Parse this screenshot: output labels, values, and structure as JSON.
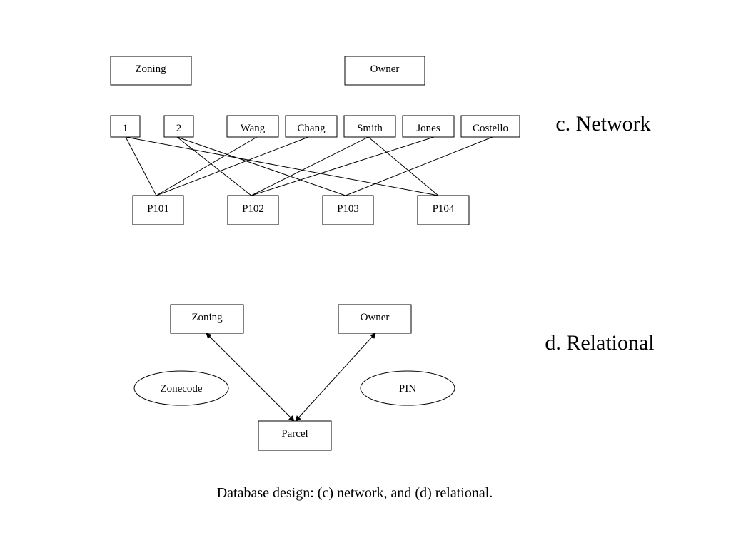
{
  "network": {
    "title": "c. Network",
    "header_boxes": {
      "zoning": "Zoning",
      "owner": "Owner"
    },
    "zone_nodes": [
      "1",
      "2"
    ],
    "owner_nodes": [
      "Wang",
      "Chang",
      "Smith",
      "Jones",
      "Costello"
    ],
    "parcel_nodes": [
      "P101",
      "P102",
      "P103",
      "P104"
    ],
    "links": [
      [
        "1",
        "P101"
      ],
      [
        "1",
        "P104"
      ],
      [
        "2",
        "P102"
      ],
      [
        "2",
        "P103"
      ],
      [
        "Wang",
        "P101"
      ],
      [
        "Chang",
        "P101"
      ],
      [
        "Smith",
        "P102"
      ],
      [
        "Smith",
        "P104"
      ],
      [
        "Jones",
        "P102"
      ],
      [
        "Costello",
        "P103"
      ]
    ]
  },
  "relational": {
    "title": "d. Relational",
    "zoning": "Zoning",
    "owner": "Owner",
    "parcel": "Parcel",
    "zone_key": "Zonecode",
    "owner_key": "PIN"
  },
  "caption": "Database design: (c) network, and (d) relational."
}
